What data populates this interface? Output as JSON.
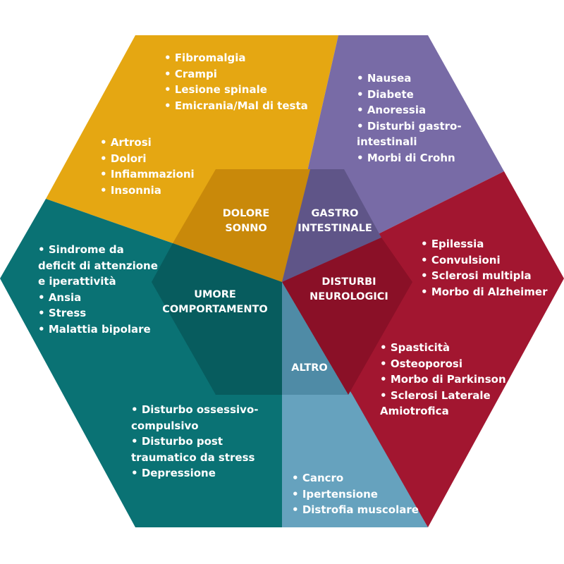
{
  "colors": {
    "dolore": "#E5A712",
    "gastro": "#786BA6",
    "neuro": "#A21630",
    "altro": "#66A2BE",
    "umore": "#0A7274",
    "text": "#FFFFFF"
  },
  "categories": {
    "dolore": {
      "line1": "DOLORE",
      "line2": "SONNO"
    },
    "gastro": {
      "line1": "GASTRO",
      "line2": "INTESTINALE"
    },
    "neuro": {
      "line1": "DISTURBI",
      "line2": "NEUROLOGICI"
    },
    "umore": {
      "line1": "UMORE",
      "line2": "COMPORTAMENTO"
    },
    "altro": {
      "line1": "ALTRO"
    }
  },
  "lists": {
    "dolore_top": [
      "Fibromalgia",
      "Crampi",
      "Lesione spinale",
      "Emicrania/Mal di testa"
    ],
    "dolore_left": [
      "Artrosi",
      "Dolori",
      "Infiammazioni",
      "Insonnia"
    ],
    "gastro": [
      "Nausea",
      "Diabete",
      "Anoressia",
      "Disturbi gastro-intestinali",
      "Morbi di Crohn"
    ],
    "neuro_top": [
      "Epilessia",
      "Convulsioni",
      "Sclerosi multipla",
      "Morbo di Alzheimer"
    ],
    "neuro_bottom": [
      "Spasticità",
      "Osteoporosi",
      "Morbo di Parkinson",
      "Sclerosi Laterale Amiotrofica"
    ],
    "umore_top": [
      "Sindrome da deficit di attenzione e iperattività",
      "Ansia",
      "Stress",
      "Malattia bipolare"
    ],
    "umore_bottom": [
      "Disturbo ossessivo-compulsivo",
      "Disturbo post traumatico da stress",
      "Depressione"
    ],
    "altro": [
      "Cancro",
      "Ipertensione",
      "Distrofia muscolare"
    ]
  }
}
